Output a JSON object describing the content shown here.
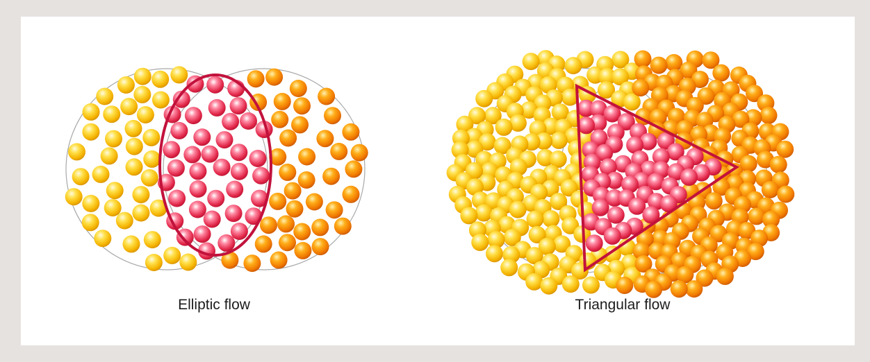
{
  "panels": [
    {
      "id": "elliptic",
      "caption": "Elliptic flow",
      "nucleus_left_particles": 58,
      "nucleus_right_particles": 48,
      "overlap_particles": 46,
      "overlap_shape": "ellipse"
    },
    {
      "id": "triangular",
      "caption": "Triangular flow",
      "nucleus_left_particles": 175,
      "nucleus_right_particles": 150,
      "overlap_particles": 55,
      "overlap_shape": "triangle"
    }
  ],
  "colors": {
    "background": "#e6e2e0",
    "card": "#ffffff",
    "nucleus_outline": "#a8a8a8",
    "overlap_outline": "#c2123c",
    "particle_left": "#ffcc1a",
    "particle_right": "#ff8a00",
    "particle_overlap": "#e8334f"
  }
}
